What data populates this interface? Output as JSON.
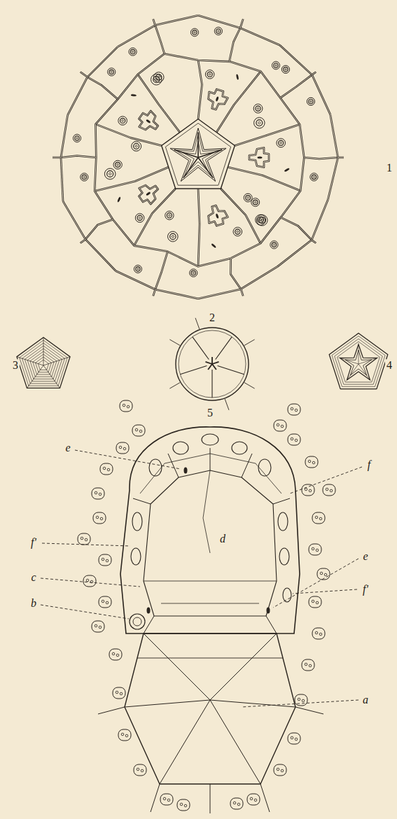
{
  "diagram": {
    "labels": [
      "1",
      "2",
      "3",
      "4",
      "5",
      "e",
      "f",
      "d",
      "f'",
      "e",
      "c",
      "f'",
      "b",
      "a"
    ]
  }
}
